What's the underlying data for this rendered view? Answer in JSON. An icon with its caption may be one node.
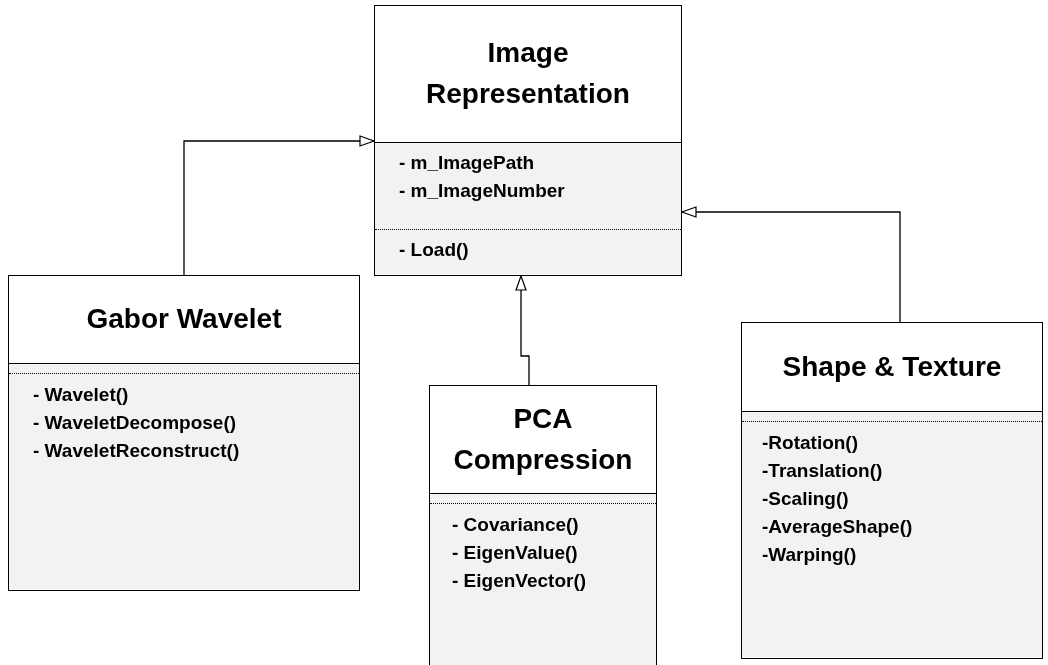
{
  "diagram": {
    "nodes": [
      {
        "text": [
          "Image Representation"
        ]
      },
      {
        "text": [
          "- m_ImagePath",
          "- m_ImageNumber"
        ],
        "in": 0
      },
      {
        "text": [
          "- Load()"
        ],
        "in": 0
      },
      {
        "text": [
          "Gabor Wavelet"
        ]
      },
      {
        "text": [
          "- Wavelet()",
          "- WaveletDecompose()",
          "- WaveletReconstruct()"
        ],
        "in": 3
      },
      {
        "text": [
          "PCA Compression"
        ]
      },
      {
        "text": [
          "- Covariance()",
          "- EigenValue()",
          "- EigenVector()"
        ],
        "in": 5
      },
      {
        "text": [
          "Shape & Texture"
        ]
      },
      {
        "text": [
          "-Rotation()",
          "-Translation()",
          "-Scaling()",
          "-AverageShape()",
          "-Warping()"
        ],
        "in": 7
      }
    ],
    "edges": [
      {
        "from": 3,
        "to": 0,
        "arrow": "to"
      },
      {
        "from": 5,
        "to": 0,
        "arrow": "to"
      },
      {
        "from": 7,
        "to": 0,
        "arrow": "to"
      }
    ]
  }
}
